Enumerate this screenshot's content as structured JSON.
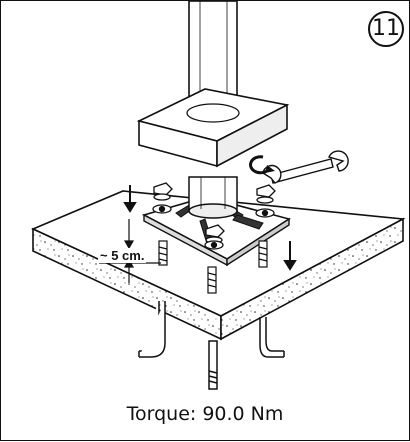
{
  "step_number": "11",
  "dimension_label": "~ 5 cm.",
  "caption": "Torque: 90.0 Nm"
}
